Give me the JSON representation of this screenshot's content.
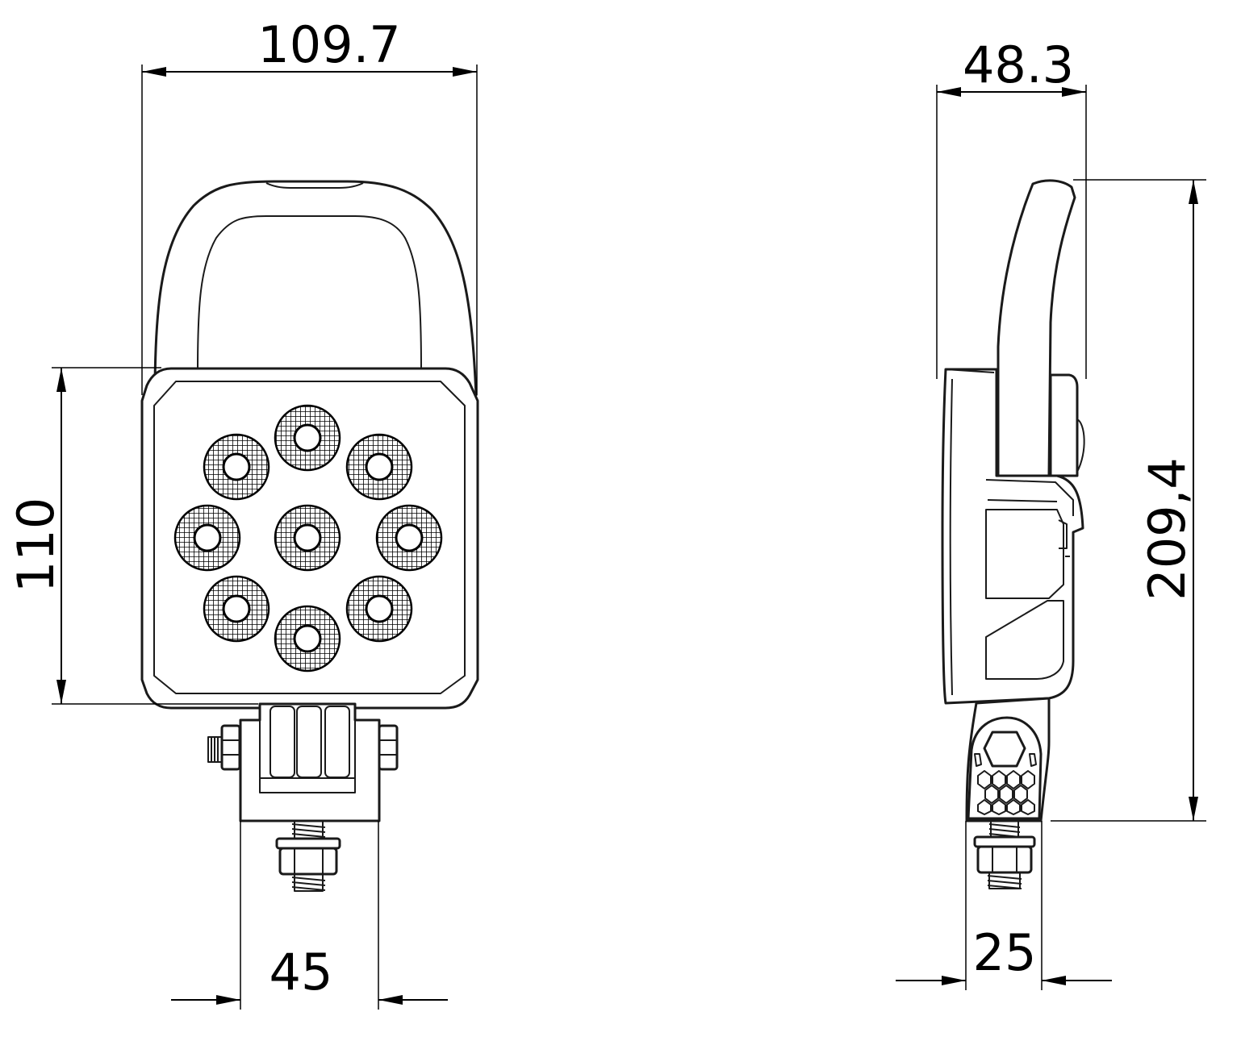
{
  "dimensions": {
    "front_width": "109.7",
    "front_height": "110",
    "bracket_width": "45",
    "side_depth": "48.3",
    "side_height": "209,4",
    "side_bracket_width": "25"
  },
  "colors": {
    "line": "#000000",
    "background": "#ffffff"
  }
}
